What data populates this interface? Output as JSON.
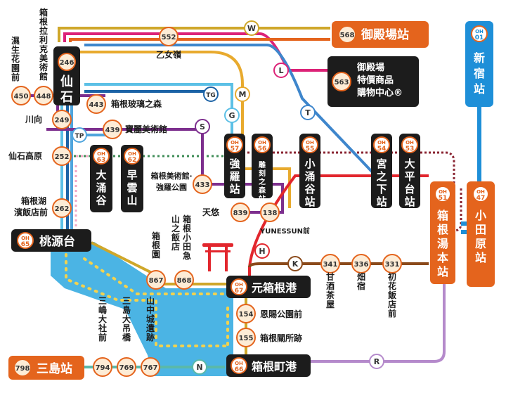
{
  "colors": {
    "orange": "#e4641d",
    "dark": "#1c1c1c",
    "blue": "#1e8fd8",
    "lake": "#4bb4e4",
    "badge_fill": "#fdecd6",
    "route_W": "#cfa72a",
    "route_L": "#dc2277",
    "route_M": "#e8aa2e",
    "route_G": "#5cc0e6",
    "route_T": "#3e86cc",
    "route_TG": "#1c63a6",
    "route_TP": "#4fa5dd",
    "route_S": "#7d2f8e",
    "route_H": "#e2262d",
    "route_K": "#8b4a1b",
    "route_N": "#5ab9a9",
    "route_R": "#b58acb",
    "route_pink": "#f2a6c5",
    "ropeway": "#9a9a9a",
    "railway": "#8a2432",
    "cable": "#3e8c56",
    "boat": "#f3d24e"
  },
  "route_letters": {
    "W": "W",
    "L": "L",
    "M": "M",
    "G": "G",
    "T": "T",
    "TG": "TG",
    "TP": "TP",
    "S": "S",
    "H": "H",
    "K": "K",
    "N": "N",
    "R": "R"
  },
  "stations": {
    "gotemba": {
      "label": "御殿場站",
      "code": "568"
    },
    "outlet": {
      "label": "御殿場\n特價商品\n購物中心®",
      "code": "563"
    },
    "shinjuku": {
      "label": "新宿站",
      "line": "OH",
      "num": "01"
    },
    "sengoku": {
      "label": "仙石",
      "code": "246"
    },
    "togendai": {
      "label": "桃源台",
      "line": "OH",
      "num": "65"
    },
    "gora": {
      "label": "強羅站",
      "line": "OH",
      "num": "57"
    },
    "chokoku": {
      "label": "雕刻之森站",
      "line": "OH",
      "num": "56"
    },
    "kowakudani": {
      "label": "小涌谷站",
      "line": "OH",
      "num": "55"
    },
    "miyanoshita": {
      "label": "宮之下站",
      "line": "OH",
      "num": "54"
    },
    "ohiradai": {
      "label": "大平台站",
      "line": "OH",
      "num": "53"
    },
    "owakudani": {
      "label": "大涌谷",
      "line": "OH",
      "num": "63"
    },
    "sounzan": {
      "label": "早雲山",
      "line": "OH",
      "num": "62"
    },
    "yumoto": {
      "label": "箱根湯本站",
      "line": "OH",
      "num": "51"
    },
    "odawara": {
      "label": "小田原站",
      "line": "OH",
      "num": "47"
    },
    "motohakone": {
      "label": "元箱根港",
      "line": "OH",
      "num": "67"
    },
    "hakonemachi": {
      "label": "箱根町港",
      "line": "OH",
      "num": "66"
    },
    "mishima": {
      "label": "三島站",
      "code": "798"
    }
  },
  "stops": [
    {
      "code": "552",
      "label": "乙女嶺"
    },
    {
      "code": "450",
      "label": "濕生花園前"
    },
    {
      "code": "448",
      "label": "箱根拉利克美術館"
    },
    {
      "code": "443",
      "label": "箱根玻璃之森"
    },
    {
      "code": "249",
      "label": "川向"
    },
    {
      "code": "439",
      "label": "寶麗美術館"
    },
    {
      "code": "252",
      "label": "仙石高原"
    },
    {
      "code": "262",
      "label": "箱根湖濱飯店前"
    },
    {
      "code": "433",
      "label": "箱根美術館‧強羅公園"
    },
    {
      "code": "839",
      "label": "天悠"
    },
    {
      "code": "138",
      "label": "YUNESSUN前"
    },
    {
      "code": "867",
      "label": "箱根園"
    },
    {
      "code": "868",
      "label": "箱根小田急山之飯店"
    },
    {
      "code": "154",
      "label": "恩賜公園前"
    },
    {
      "code": "155",
      "label": "箱根關所跡"
    },
    {
      "code": "341",
      "label": "甘酒茶屋"
    },
    {
      "code": "336",
      "label": "畑宿"
    },
    {
      "code": "331",
      "label": "初花飯店前"
    },
    {
      "code": "794",
      "label": "三嶋大社前"
    },
    {
      "code": "769",
      "label": "三島大吊橋"
    },
    {
      "code": "767",
      "label": "山中城遺跡"
    }
  ]
}
